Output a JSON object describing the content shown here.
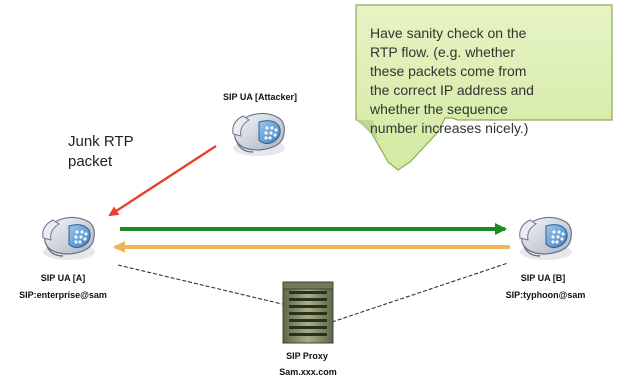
{
  "note": {
    "lines": [
      "Have sanity check on the",
      "RTP flow. (e.g. whether",
      "these packets come from",
      "the correct IP address and",
      "whether the sequence",
      "number increases nicely.)"
    ]
  },
  "attacker": {
    "label": "SIP UA [Attacker]"
  },
  "junk": {
    "line1": "Junk RTP",
    "line2": "packet"
  },
  "ua_a": {
    "label": "SIP UA [A]",
    "uri": "SIP:enterprise@sam"
  },
  "ua_b": {
    "label": "SIP UA [B]",
    "uri": "SIP:typhoon@sam"
  },
  "proxy": {
    "label": "SIP Proxy",
    "host": "Sam.xxx.com"
  },
  "icons": {
    "phone": "desk-phone-icon",
    "server": "server-tower-icon"
  },
  "colors": {
    "note_fill": "#dcefb2",
    "note_border": "#8cab5a",
    "junk_arrow": "#e8402a",
    "rtp_forward": "#1e8a22",
    "rtp_return": "#f0b45a",
    "signaling": "#333333"
  }
}
